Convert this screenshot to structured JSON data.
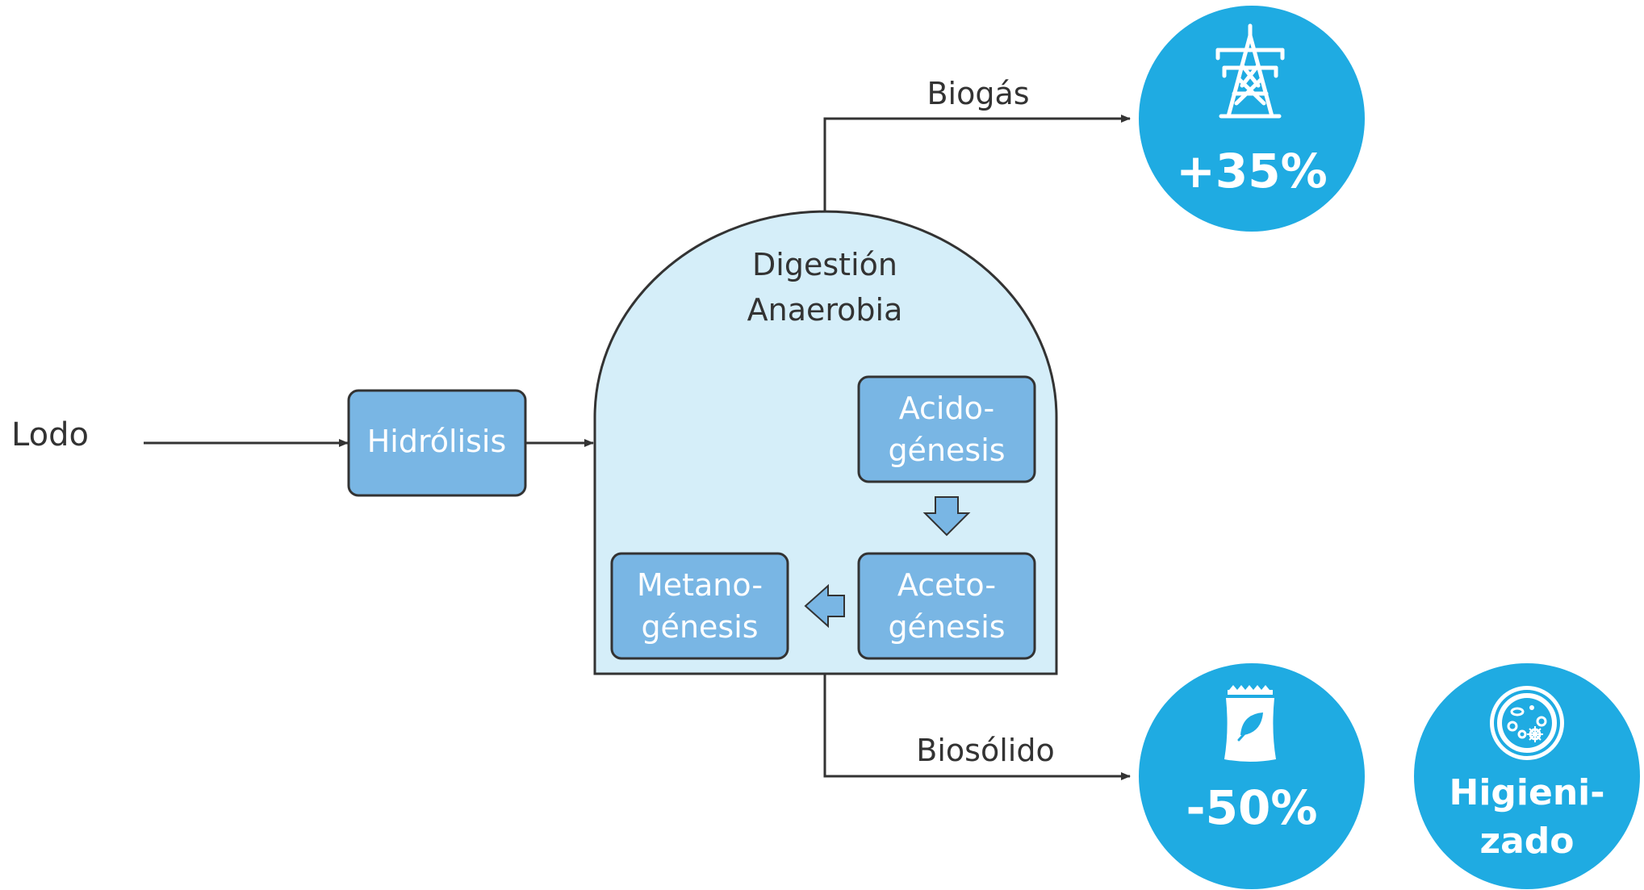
{
  "colors": {
    "reactor_fill": "#d5eef9",
    "box_fill": "#79b6e4",
    "circle_fill": "#1fabe2",
    "stroke": "#333333"
  },
  "input_label": "Lodo",
  "hydrolysis": {
    "label": "Hidrólisis"
  },
  "reactor": {
    "title_line1": "Digestión",
    "title_line2": "Anaerobia"
  },
  "stages": {
    "acido": {
      "line1": "Acido-",
      "line2": "génesis"
    },
    "aceto": {
      "line1": "Aceto-",
      "line2": "génesis"
    },
    "metano": {
      "line1": "Metano-",
      "line2": "génesis"
    }
  },
  "outputs": {
    "biogas": {
      "label": "Biogás",
      "value": "+35%",
      "icon": "power-tower-icon"
    },
    "biosolid": {
      "label": "Biosólido",
      "value": "-50%",
      "icon": "fertilizer-bag-icon"
    },
    "hygienized": {
      "line1": "Higieni-",
      "line2": "zado",
      "icon": "petri-dish-icon"
    }
  }
}
